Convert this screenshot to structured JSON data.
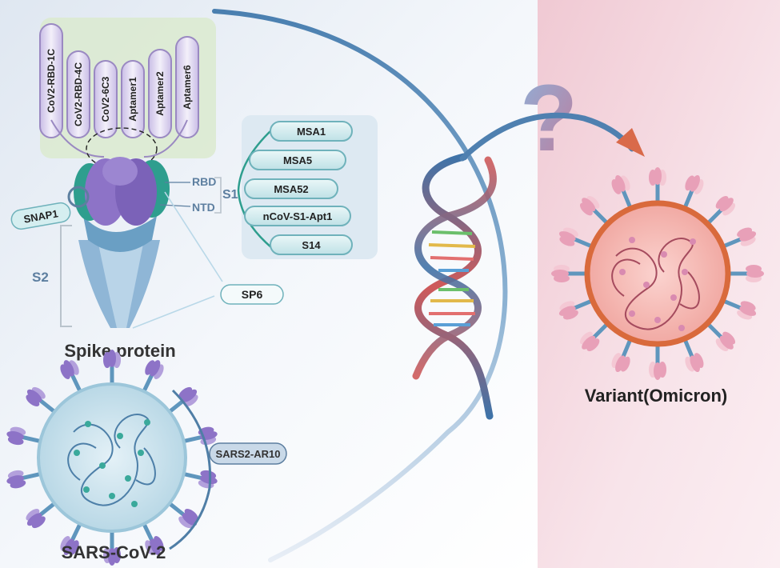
{
  "top_aptamers": [
    "CoV2-RBD-1C",
    "CoV2-RBD-4C",
    "CoV2-6C3",
    "Aptamer1",
    "Aptamer2",
    "Aptamer6"
  ],
  "s1_aptamers": [
    "MSA1",
    "MSA5",
    "MSA52",
    "nCoV-S1-Apt1",
    "S14"
  ],
  "labels": {
    "rbd": "RBD",
    "ntd": "NTD",
    "s1": "S1",
    "s2": "S2",
    "snap1": "SNAP1",
    "sp6": "SP6",
    "spike_protein": "Spike protein",
    "sars_ar10": "SARS2-AR10",
    "sars_cov2": "SARS-CoV-2",
    "variant": "Variant(Omicron)",
    "question": "?"
  },
  "colors": {
    "aptamer_fill": "#e4dcf0",
    "aptamer_stroke": "#9a89c2",
    "s1_aptamer_fill": "#d5eef0",
    "s1_aptamer_stroke": "#6fb2bb",
    "spike_purple": "#8d73c7",
    "spike_teal": "#2e9e8e",
    "spike_stalk": "#6a9fc4",
    "label_blue": "#5d7fa0",
    "variant_body": "#f3b1ac",
    "variant_rim": "#d96a3c",
    "sars_body": "#c9e3ee",
    "arrow_orange": "#d96a4a"
  }
}
